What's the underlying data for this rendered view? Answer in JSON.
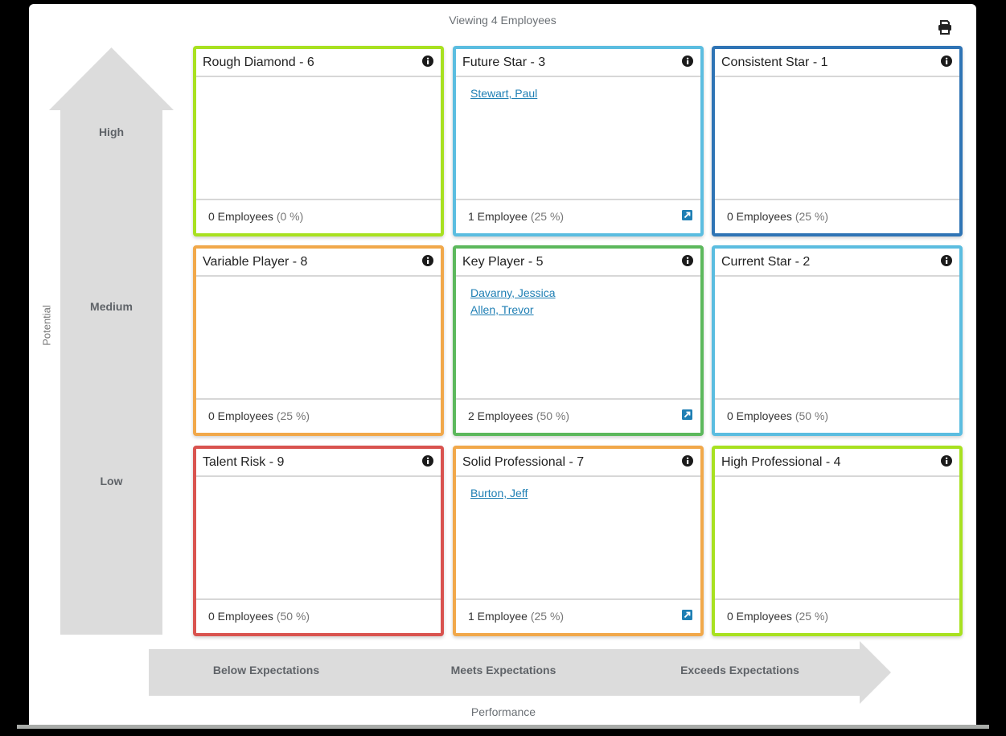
{
  "header": {
    "viewing_text": "Viewing 4 Employees",
    "print_icon": "print-icon"
  },
  "y_axis": {
    "title": "Potential",
    "levels": [
      "High",
      "Medium",
      "Low"
    ]
  },
  "x_axis": {
    "title": "Performance",
    "levels": [
      "Below Expectations",
      "Meets Expectations",
      "Exceeds Expectations"
    ]
  },
  "colors": {
    "lime": "#a8e120",
    "light_blue": "#5bbde0",
    "dark_blue": "#2f74b5",
    "orange": "#f1a84a",
    "green": "#5cb85c",
    "red": "#d9534f",
    "arrow_gray": "#dcdcdc",
    "link": "#1f7fb4"
  },
  "grid": {
    "cells": [
      {
        "title": "Rough Diamond - 6",
        "color": "#a8e120",
        "employees": [],
        "count_text": "0 Employees",
        "pct_text": "(0 %)",
        "has_link": false
      },
      {
        "title": "Future Star - 3",
        "color": "#5bbde0",
        "employees": [
          "Stewart, Paul"
        ],
        "count_text": "1 Employee",
        "pct_text": "(25 %)",
        "has_link": true
      },
      {
        "title": "Consistent Star - 1",
        "color": "#2f74b5",
        "employees": [],
        "count_text": "0 Employees",
        "pct_text": "(25 %)",
        "has_link": false
      },
      {
        "title": "Variable Player - 8",
        "color": "#f1a84a",
        "employees": [],
        "count_text": "0 Employees",
        "pct_text": "(25 %)",
        "has_link": false
      },
      {
        "title": "Key Player - 5",
        "color": "#5cb85c",
        "employees": [
          "Davarny, Jessica",
          "Allen, Trevor"
        ],
        "count_text": "2 Employees",
        "pct_text": "(50 %)",
        "has_link": true
      },
      {
        "title": "Current Star - 2",
        "color": "#5bbde0",
        "employees": [],
        "count_text": "0 Employees",
        "pct_text": "(50 %)",
        "has_link": false
      },
      {
        "title": "Talent Risk - 9",
        "color": "#d9534f",
        "employees": [],
        "count_text": "0 Employees",
        "pct_text": "(50 %)",
        "has_link": false
      },
      {
        "title": "Solid Professional - 7",
        "color": "#f1a84a",
        "employees": [
          "Burton, Jeff"
        ],
        "count_text": "1 Employee",
        "pct_text": "(25 %)",
        "has_link": true
      },
      {
        "title": "High Professional - 4",
        "color": "#a8e120",
        "employees": [],
        "count_text": "0 Employees",
        "pct_text": "(25 %)",
        "has_link": false
      }
    ]
  }
}
